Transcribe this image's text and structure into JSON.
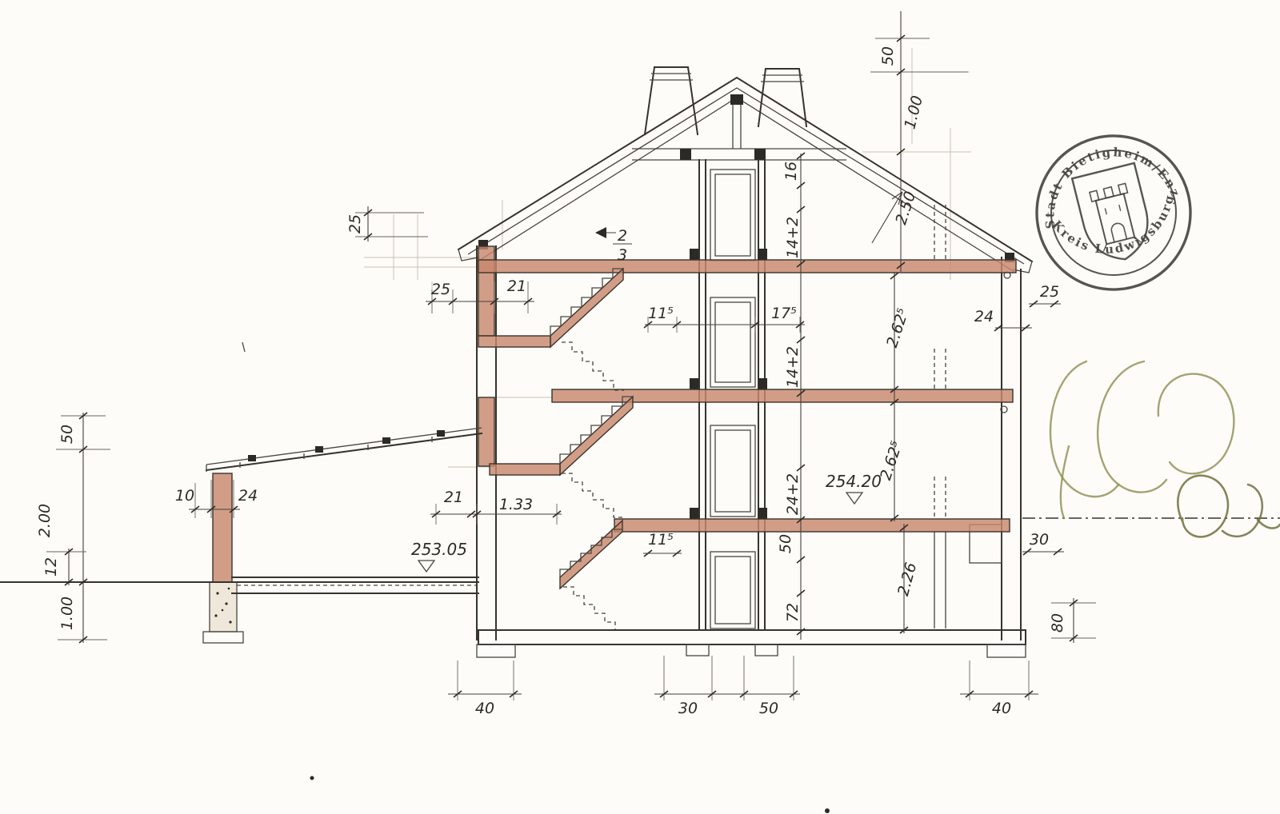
{
  "drawing": {
    "kind": "architectural-cross-section",
    "paper_color": "#fdfcf8",
    "ink_color": "#37332d",
    "highlight_color": "#c8876e",
    "scribble_color": "#8b8d50"
  },
  "stamp": {
    "top": "Stadt Bietigheim/Enz",
    "bottom": "Kreis Ludwigsburg"
  },
  "levels": {
    "upper": "254.20",
    "lower": "253.05"
  },
  "detail_marker": {
    "numerator": "2",
    "denominator": "3"
  },
  "dims": {
    "top_50": "50",
    "top_100": "1.00",
    "top_250": "2.50",
    "rafter_16": "16",
    "attic_14_2": "14+2",
    "upper_14_2": "14+2",
    "ground_24_2": "24+2",
    "slab_72": "72",
    "eave_left_25": "25",
    "wall_left_25": "25",
    "wall_left_21": "21",
    "shaft_11_5": "11⁵",
    "shaft_17_5": "17⁵",
    "wall_right_24": "24",
    "eave_right_25": "25",
    "storey_upper": "2.62⁵",
    "storey_ground": "2.62⁵",
    "storey_basement": "2.26",
    "left_50": "50",
    "left_200": "2.00",
    "left_12": "12",
    "left_100": "1.00",
    "annex_10": "10",
    "annex_24": "24",
    "stair_21": "21",
    "stair_133": "1.33",
    "ground_11_5": "11⁵",
    "ground_50": "50",
    "right_30": "30",
    "right_80": "80",
    "found_40_left": "40",
    "found_30": "30",
    "found_50": "50",
    "found_40_right": "40"
  }
}
